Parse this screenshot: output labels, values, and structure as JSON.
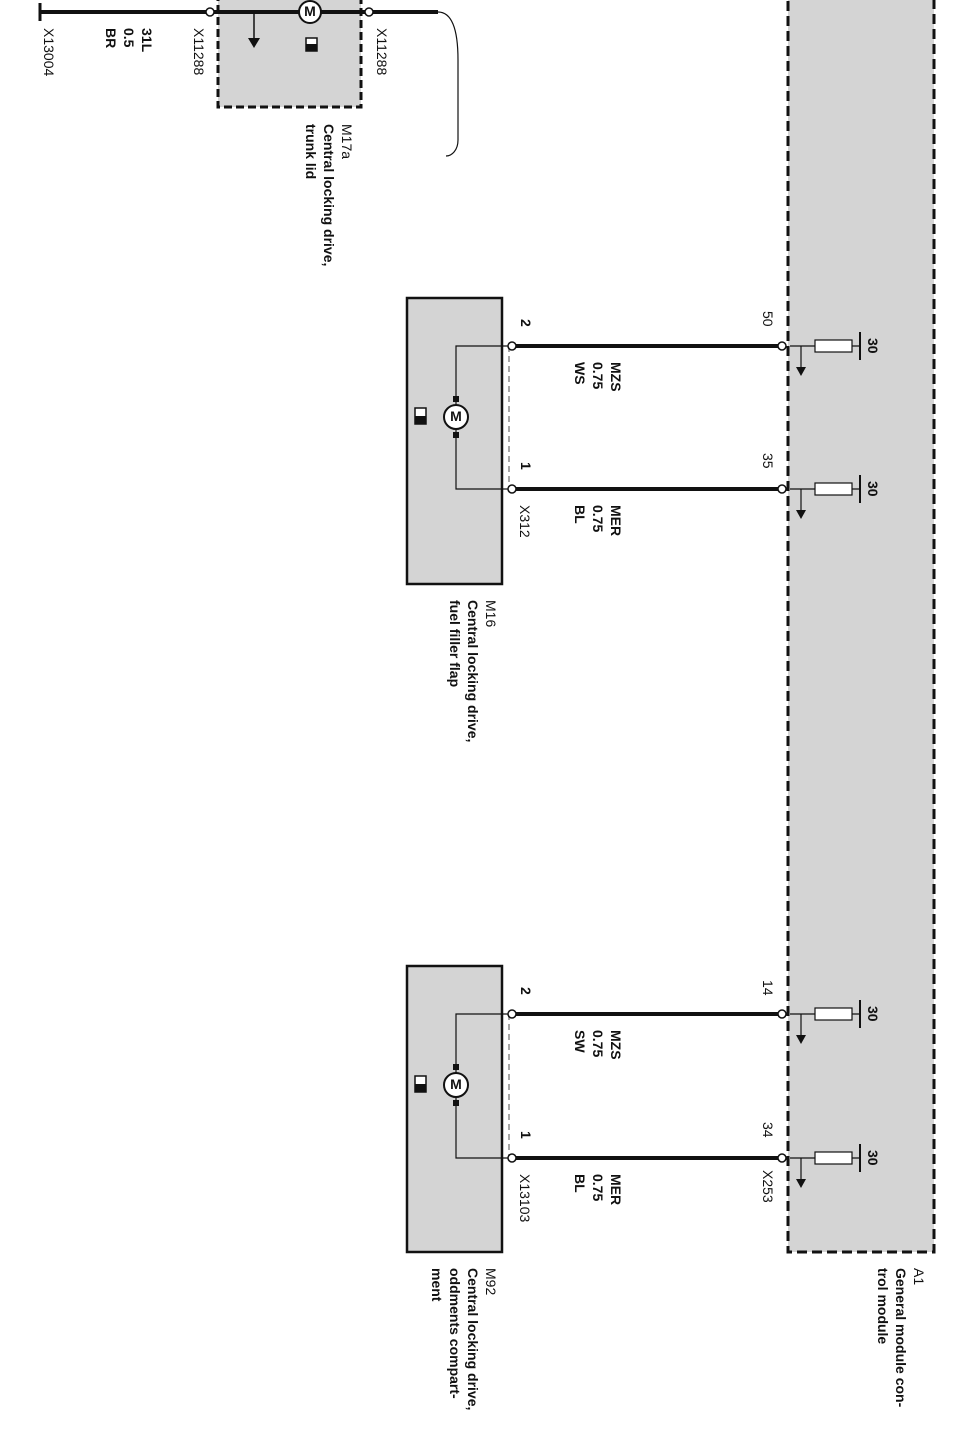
{
  "components": {
    "a1": {
      "id": "A1",
      "lines": [
        "General module con-",
        "trol module"
      ]
    },
    "m16": {
      "id": "M16",
      "lines": [
        "Central locking drive,",
        "fuel filler flap"
      ]
    },
    "m92": {
      "id": "M92",
      "lines": [
        "Central locking drive,",
        "oddments compart-",
        "ment"
      ]
    },
    "m17a": {
      "id": "M17a",
      "lines": [
        "Central locking drive,",
        "trunk lid"
      ]
    }
  },
  "connectors": {
    "x312": "X312",
    "x13103": "X13103",
    "x253": "X253",
    "x11288": "X11288",
    "x13004": "X13004"
  },
  "wires": {
    "m16_pin2": {
      "pin": "2",
      "module_pin": "50",
      "signal": "MZS",
      "size": "0.75",
      "color": "WS"
    },
    "m16_pin1": {
      "pin": "1",
      "module_pin": "35",
      "signal": "MER",
      "size": "0.75",
      "color": "BL"
    },
    "m92_pin2": {
      "pin": "2",
      "module_pin": "14",
      "signal": "MZS",
      "size": "0.75",
      "color": "SW"
    },
    "m92_pin1": {
      "pin": "1",
      "module_pin": "34",
      "signal": "MER",
      "size": "0.75",
      "color": "BL"
    },
    "ground": {
      "signal": "31L",
      "size": "0.5",
      "color": "BR"
    }
  },
  "supply_label": "30",
  "motor_symbol": "M",
  "colors": {
    "module_fill": "#d4d4d4",
    "wire": "#111111"
  }
}
